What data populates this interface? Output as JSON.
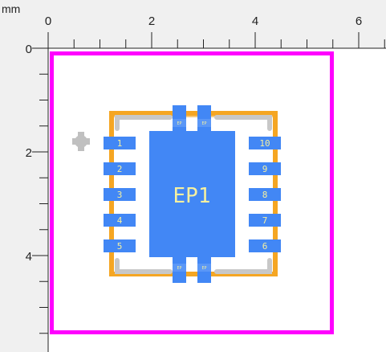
{
  "ruler": {
    "unit_label": "mm",
    "x_ticks": [
      "0",
      "2",
      "4",
      "6"
    ],
    "y_ticks": [
      "0",
      "2",
      "4"
    ]
  },
  "footprint": {
    "exposed_pad_label": "EP1",
    "left_pins": [
      "1",
      "2",
      "3",
      "4",
      "5"
    ],
    "right_pins": [
      "10",
      "9",
      "8",
      "7",
      "6"
    ],
    "top_tabs": [
      "EP",
      "EP"
    ],
    "bottom_tabs": [
      "EP",
      "EP"
    ]
  },
  "colors": {
    "board_outline": "#ff00ff",
    "pad": "#4287f5",
    "silkscreen_body": "#f5a623",
    "silkscreen_marks": "#c8c8c8",
    "pin_text": "#f5f0a0",
    "canvas": "#ffffff",
    "ruler_bg": "#f0f0f0"
  },
  "icons": {
    "origin_marker": "crosshair-marker-icon"
  }
}
